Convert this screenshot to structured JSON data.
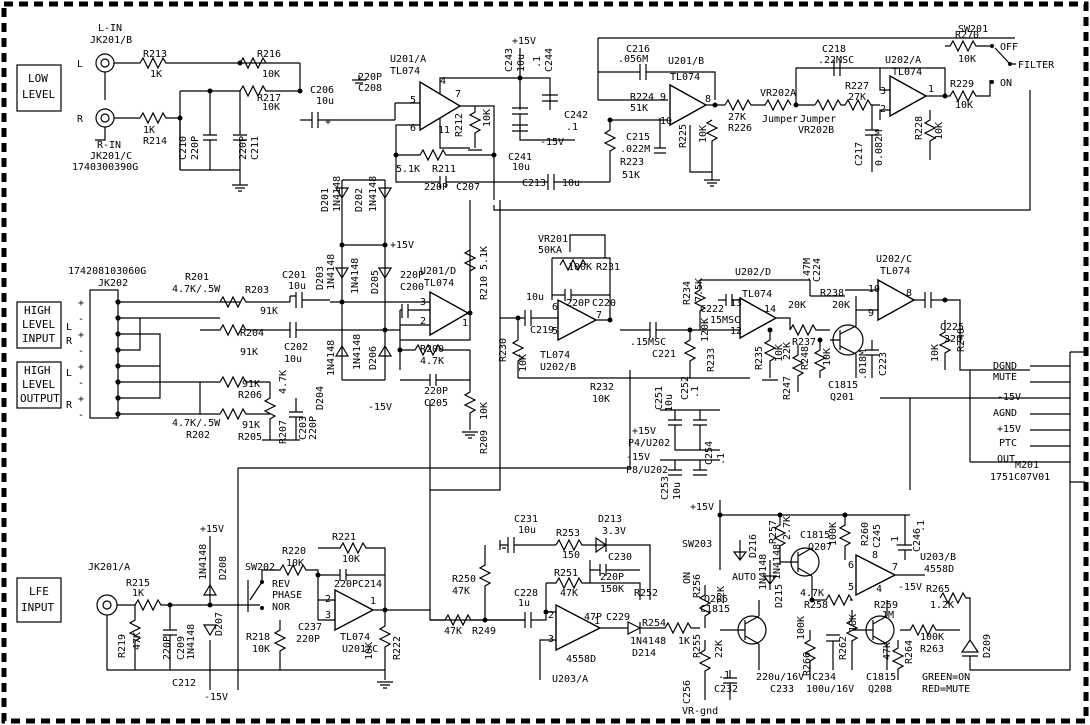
{
  "blocks": {
    "low_level": [
      "LOW",
      "LEVEL"
    ],
    "high_level_input": [
      "HIGH",
      "LEVEL",
      "INPUT"
    ],
    "high_level_output": [
      "HIGH",
      "LEVEL",
      "OUTPUT"
    ],
    "lfe_input": [
      "LFE",
      "INPUT"
    ]
  },
  "labels": {
    "jk201b": "JK201/B",
    "l_in": "L-IN",
    "r_in": "R-IN",
    "jk201c": "JK201/C",
    "pn_1740": "1740300390G",
    "pn_1742": "174208103060G",
    "jk202": "JK202",
    "jk201a": "JK201/A",
    "l": "L",
    "r": "R",
    "r213": "R213",
    "r213v": "1K",
    "r214": "R214",
    "r214v": "1K",
    "r216": "R216",
    "r216v": "10K",
    "r217": "R217",
    "r217v": "10K",
    "c210": "C210",
    "c210v": "220P",
    "c211": "C211",
    "c211v": "220P",
    "c206": "C206",
    "c206v": "10u",
    "c208": "C208",
    "c208v": "220P",
    "u201a": "U201/A",
    "u201a_t": "TL074",
    "r212": "R212",
    "r212v": "10K",
    "r211": "R211",
    "r211v": "5.1K",
    "c207": "C207",
    "c207v": "220P",
    "p15a": "+15V",
    "c243": "C243",
    "c243v": "10u",
    "c244": "C244",
    "c244v": ".1",
    "c242": "C242",
    "c242v": ".1",
    "c241": "C241",
    "c241v": "10u",
    "m15a": "-15V",
    "c216": "C216",
    "c216v": ".056M",
    "u201b": "U201/B",
    "u201b_t": "TL074",
    "r224": "R224",
    "r224v": "51K",
    "c215": "C215",
    "c215v": ".022M",
    "r225": "R225",
    "r225v": "10K",
    "r223": "R223",
    "r223v": "51K",
    "c213": "C213",
    "c213v": "10u",
    "r226": "R226",
    "r226v": "27K",
    "vr202a": "VR202A",
    "vr202b": "VR202B",
    "jumper1": "Jumper",
    "jumper2": "Jumper",
    "c218": "C218",
    "c218v": ".22MSC",
    "r227": "R227",
    "r227v": "27K",
    "c217": "C217",
    "c217v": "0.082M",
    "u202a": "U202/A",
    "u202a_t": "TL074",
    "r228": "R228",
    "r228v": "10K",
    "r229": "R229",
    "r229v": "10K",
    "r270": "R270",
    "r270v": "10K",
    "sw201": "SW201",
    "off": "OFF",
    "filter": "FILTER",
    "on": "ON",
    "d201": "D201",
    "d201v": "1N4148",
    "d202": "D202",
    "d202v": "1N4148",
    "p15b": "+15V",
    "d203": "D203",
    "d203v": "1N4148",
    "d205": "D205",
    "d206": "D206",
    "d206v": "1N4148",
    "d204": "D204",
    "d204v": "1N4148",
    "m15b": "-15V",
    "r201": "R201",
    "r201v": "4.7K/.5W",
    "r203": "R203",
    "r203v": "91K",
    "r204": "R204",
    "r204v": "91K",
    "r206": "R206",
    "r206v": "91K",
    "r205": "R205",
    "r205v": "91K",
    "r202": "R202",
    "r202v": "4.7K/.5W",
    "r207": "R207",
    "r207v": "4.7K",
    "c203": "C203",
    "c203v": "220P",
    "c201": "C201",
    "c201v": "10u",
    "c202": "C202",
    "c202v": "10u",
    "c200": "C200",
    "c200v": "220P",
    "u201d": "U201/D",
    "u201d_t": "TL074",
    "r200": "R200",
    "r200v": "4.7K",
    "c205": "C205",
    "c205v": "220P",
    "r210": "R210",
    "r210v": "5.1K",
    "r209": "R209",
    "r209v": "10K",
    "vr201": "VR201",
    "vr201v": "50KA",
    "r231": "R231",
    "r231v": "100K",
    "c220": "C220",
    "c220v": "220P",
    "c219": "C219",
    "c219v": "10u",
    "u202b": "U202/B",
    "u202b_t": "TL074",
    "r230": "R230",
    "r230v": "10K",
    "r232": "R232",
    "r232v": "10K",
    "c221": "C221",
    "c221v": ".15MSC",
    "r233": "R233",
    "r233v": "120K",
    "r234": "R234",
    "r234v": "7.5K",
    "c222": "C222",
    "c222v": ".15MSC",
    "u202d": "U202/D",
    "u202d_t": "TL074",
    "r235": "R235",
    "r235v": "10K",
    "r237": "R237",
    "r237v": "20K",
    "c224": "C224",
    "c224v": ".47M",
    "r238": "R238",
    "r238v": "20K",
    "r248": "R248",
    "r248v": "10K",
    "r247": "R247",
    "r247v": "22K",
    "c223": "C223",
    "c223v": ".018M",
    "q201": "Q201",
    "q201v": "C1815",
    "u202c": "U202/C",
    "u202c_t": "TL074",
    "c225": "C225",
    "c225v": "22u",
    "r240": "R240",
    "r240v": "10K",
    "c251": "C251",
    "c251v": "10u",
    "c252": "C252",
    "c252v": ".1",
    "p4u202": "P4/U202",
    "p8u202": "P8/U202",
    "p15c": "+15V",
    "m15c": "-15V",
    "c253": "C253",
    "c253v": "10u",
    "c254": "C254",
    "c254v": ".1",
    "m201": "M201",
    "m201v": "1751C07V01",
    "dgnd": "DGND",
    "mute": "MUTE",
    "m15d": "-15V",
    "agnd": "AGND",
    "p15d": "+15V",
    "ptc": "PTC",
    "out": "OUT",
    "p15e": "+15V",
    "r215": "R215",
    "r215v": "1K",
    "r219": "R219",
    "r219v": "47K",
    "c209": "C209",
    "c209v": "220P",
    "d207": "D207",
    "d208": "D208",
    "d207v": "1N4148",
    "d208v": "1N4148",
    "c212": "C212",
    "m15e": "-15V",
    "sw202": "SW202",
    "rev": "REV",
    "phase": "PHASE",
    "nor": "NOR",
    "r220": "R220",
    "r220v": "10K",
    "r221": "R221",
    "r221v": "10K",
    "c214": "C214",
    "c214v": "220P",
    "c237": "C237",
    "c237v": "220P",
    "u201c": "U201/C",
    "u201c_t": "TL074",
    "r218": "R218",
    "r218v": "10K",
    "r222": "R222",
    "r222v": "10K",
    "c231": "C231",
    "c231v": "10u",
    "r253": "R253",
    "r253v": "150",
    "d213": "D213",
    "d213v": "3.3V",
    "r251": "R251",
    "r251v": "47K",
    "r252": "R252",
    "r252v": "150K",
    "c230": "C230",
    "c230v": "220P",
    "r250": "R250",
    "r250v": "47K",
    "r249": "R249",
    "r249v": "47K",
    "c228": "C228",
    "c228v": "1u",
    "c229": "C229",
    "c229v": "47P",
    "u203a": "U203/A",
    "u203a_t": "4558D",
    "d214": "D214",
    "d214v": "1N4148",
    "r254": "R254",
    "r254v": "1K",
    "p15f": "+15V",
    "sw203": "SW203",
    "auto": "AUTO",
    "on2": "ON",
    "d216": "D216",
    "d216v": "1N4148",
    "d215": "D215",
    "d215v": "1N4148",
    "r257": "R257",
    "r257v": "2.7K",
    "q207": "Q207",
    "q207v": "C1815",
    "q206": "Q206",
    "q206v": "C1815",
    "r256": "R256",
    "r256v": "22K",
    "r255": "R255",
    "r255v": "22K",
    "c256": "C256",
    "c232": "C232",
    "c232v": ".1",
    "vr_gnd": "VR-gnd",
    "r266": "R266",
    "r266v": "100K",
    "c233": "C233",
    "c233v": "220u/16V",
    "r258": "R258",
    "r258v": "4.7K",
    "c234": "C234",
    "c234v": "100u/16V",
    "r262": "R262",
    "r262v": "18K",
    "q208": "Q208",
    "q208v": "C1815",
    "r260": "R260",
    "r260v": "100K",
    "c245": "C245",
    "c245v": ".1",
    "c246": "C246",
    "c246v": ".1",
    "u203b": "U203/B",
    "u203b_t": "4558D",
    "m15f": "-15V",
    "r265": "R265",
    "r265v": "1.2K",
    "r259": "R259",
    "r259v": "1M",
    "r263": "R263",
    "r263v": "100K",
    "r264": "R264",
    "r264v": "47K",
    "d209": "D209",
    "green_on": "GREEN=ON",
    "red_mute": "RED=MUTE",
    "pin4": "4",
    "pin5": "5",
    "pin6": "6",
    "pin7": "7",
    "pin11": "11",
    "pin9": "9",
    "pin10": "10",
    "pin8": "8",
    "pin3": "3",
    "pin2": "2",
    "pin1": "1",
    "pin12": "12",
    "pin13": "13",
    "pin14": "14",
    "plus": "+",
    "minus": "-"
  }
}
